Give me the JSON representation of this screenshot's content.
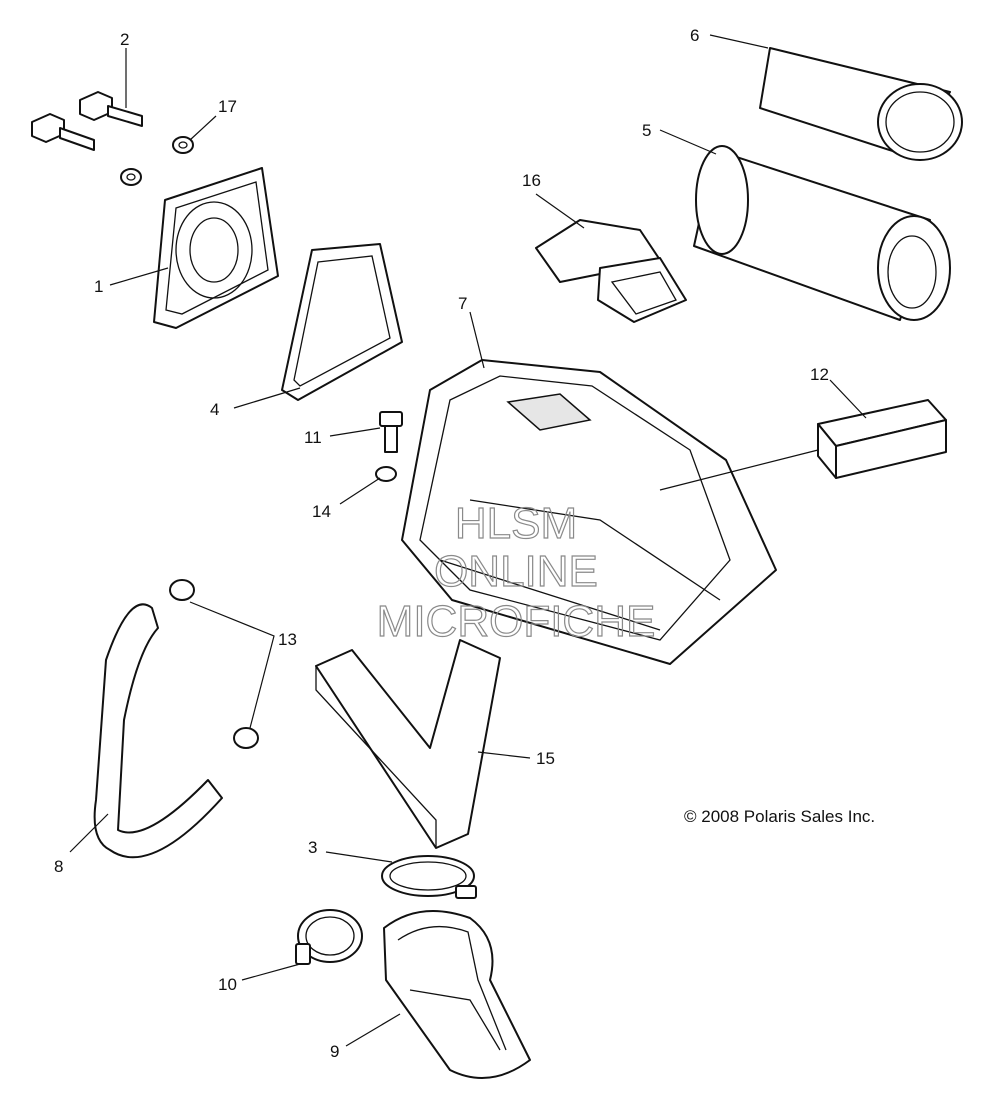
{
  "callouts": [
    "1",
    "2",
    "3",
    "4",
    "5",
    "6",
    "7",
    "8",
    "9",
    "10",
    "11",
    "12",
    "13",
    "14",
    "15",
    "16",
    "17"
  ],
  "watermark": {
    "line1": "HLSM",
    "line2": "ONLINE",
    "line3": "MICROFICHE"
  },
  "copyright": "© 2008 Polaris Sales Inc."
}
